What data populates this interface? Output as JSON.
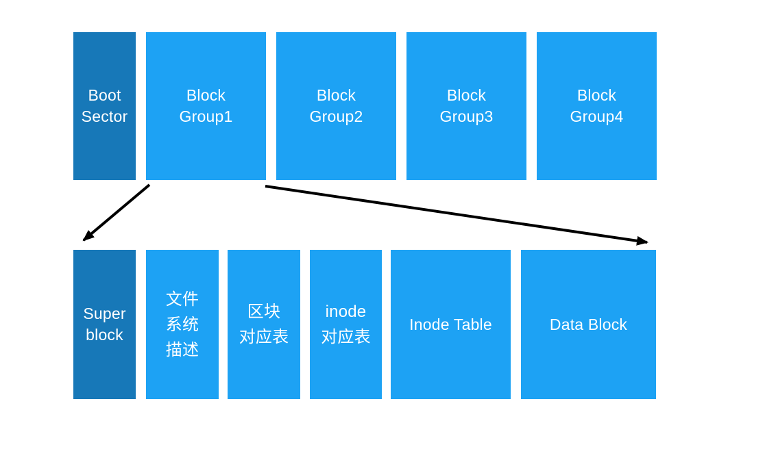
{
  "colors": {
    "dark_blue": "#1778b8",
    "light_blue": "#1da2f4",
    "label_text": "#ffffff",
    "arrow": "#000000",
    "background": "#ffffff"
  },
  "top_row": [
    {
      "name": "boot-sector",
      "label": "Boot\nSector"
    },
    {
      "name": "block-group1",
      "label": "Block\nGroup1"
    },
    {
      "name": "block-group2",
      "label": "Block\nGroup2"
    },
    {
      "name": "block-group3",
      "label": "Block\nGroup3"
    },
    {
      "name": "block-group4",
      "label": "Block\nGroup4"
    }
  ],
  "bottom_row": [
    {
      "name": "super-block",
      "label": "Super\nblock"
    },
    {
      "name": "filesystem-descriptor",
      "label": "文件\n系统\n描述"
    },
    {
      "name": "block-bitmap",
      "label": "区块\n对应表"
    },
    {
      "name": "inode-bitmap",
      "label": "inode\n对应表"
    },
    {
      "name": "inode-table",
      "label": "Inode Table"
    },
    {
      "name": "data-block",
      "label": "Data Block"
    }
  ],
  "arrows": [
    {
      "name": "arrow-blockgroup1-to-superblock",
      "from": "Block Group1",
      "to": "Super block"
    },
    {
      "name": "arrow-blockgroup1-to-datablock",
      "from": "Block Group1",
      "to": "Data Block"
    }
  ]
}
